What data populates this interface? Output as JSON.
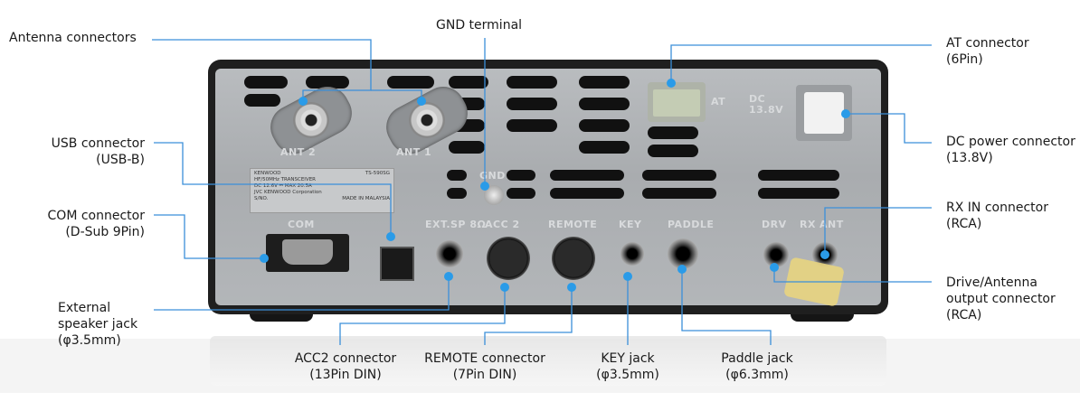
{
  "colors": {
    "leader_line": "#3b8fd9",
    "leader_dot": "#2a9be8",
    "panel": "#b3b6b9",
    "chassis": "#1f1f1f"
  },
  "callouts": {
    "antenna": {
      "line1": "Antenna connectors"
    },
    "gnd": {
      "line1": "GND terminal"
    },
    "at": {
      "line1": "AT connector",
      "line2": "(6Pin)"
    },
    "dc": {
      "line1": "DC power connector",
      "line2": "(13.8V)"
    },
    "usb": {
      "line1": "USB connector",
      "line2": "(USB-B)"
    },
    "com": {
      "line1": "COM connector",
      "line2": "(D-Sub 9Pin)"
    },
    "extsp": {
      "line1": "External",
      "line2": "speaker jack",
      "line3": "(φ3.5mm)"
    },
    "rxin": {
      "line1": "RX IN connector",
      "line2": "(RCA)"
    },
    "drive": {
      "line1": "Drive/Antenna",
      "line2": "output connector",
      "line3": "(RCA)"
    },
    "acc2": {
      "line1": "ACC2 connector",
      "line2": "(13Pin DIN)"
    },
    "remote": {
      "line1": "REMOTE connector",
      "line2": "(7Pin DIN)"
    },
    "key": {
      "line1": "KEY jack",
      "line2": "(φ3.5mm)"
    },
    "paddle": {
      "line1": "Paddle jack",
      "line2": "(φ6.3mm)"
    }
  },
  "panel_labels": {
    "ant2": "ANT 2",
    "ant1": "ANT 1",
    "at": "AT",
    "dc": "DC 13.8V",
    "gnd": "GND",
    "com": "COM",
    "extsp": "EXT.SP 8Ω",
    "acc2": "ACC 2",
    "remote": "REMOTE",
    "key": "KEY",
    "paddle": "PADDLE",
    "drv": "DRV",
    "rx": "RX",
    "ant": "ANT"
  },
  "nameplate": {
    "brand": "KENWOOD",
    "model": "TS-590SG",
    "type": "HF/50MHz TRANSCEIVER",
    "power": "DC 12.6V ⎓ MAX 20.5A",
    "maker": "JVC KENWOOD Corporation",
    "serial": "S/NO.",
    "origin": "MADE IN MALAYSIA"
  }
}
